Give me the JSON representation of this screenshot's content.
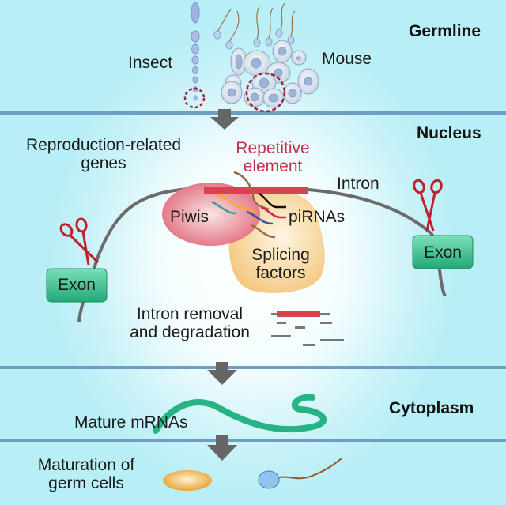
{
  "sections": {
    "germline": "Germline",
    "nucleus": "Nucleus",
    "cytoplasm": "Cytoplasm"
  },
  "germline": {
    "insect_label": "Insect",
    "mouse_label": "Mouse"
  },
  "nucleus": {
    "genes_label_line1": "Reproduction-related",
    "genes_label_line2": "genes",
    "repetitive_line1": "Repetitive",
    "repetitive_line2": "element",
    "intron_label": "Intron",
    "piwis_label": "Piwis",
    "pirnas_label": "piRNAs",
    "splicing_line1": "Splicing",
    "splicing_line2": "factors",
    "exon_left_label": "Exon",
    "exon_right_label": "Exon",
    "removal_line1": "Intron removal",
    "removal_line2": "and degradation"
  },
  "cytoplasm": {
    "mrna_label": "Mature mRNAs"
  },
  "bottom": {
    "maturation_line1": "Maturation of",
    "maturation_line2": "germ cells"
  },
  "colors": {
    "separator": "#6e9fc2",
    "arrow": "#666666",
    "exon": "#2fbf8a",
    "repetitive": "#d9434f",
    "piwi": "#e8808c",
    "splicing": "#f6d49a",
    "mrna": "#27b383",
    "scissors": "#c0202a"
  }
}
